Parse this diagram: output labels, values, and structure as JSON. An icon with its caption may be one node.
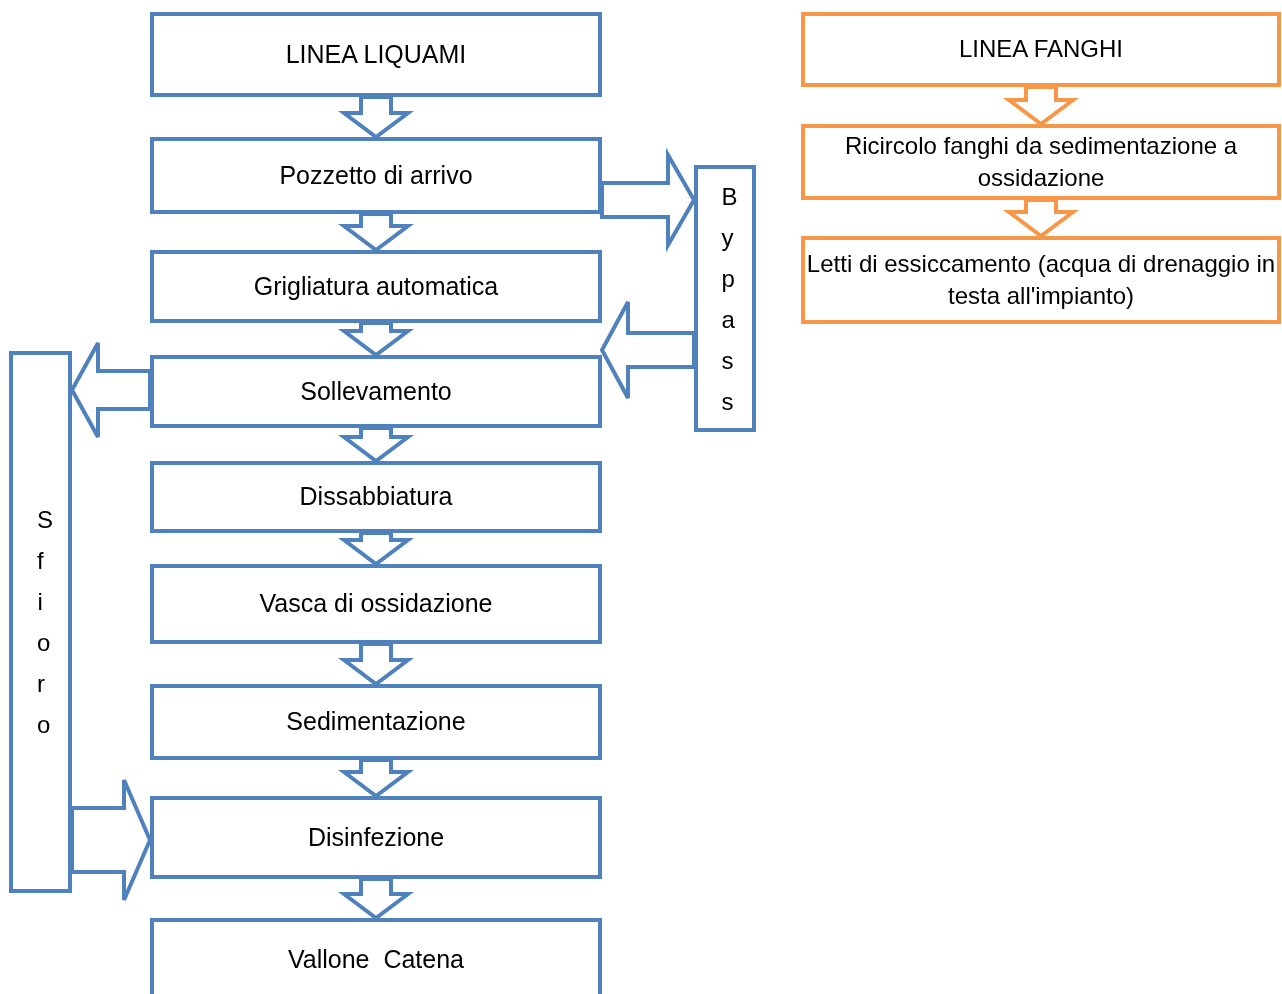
{
  "diagram": {
    "nodes": [
      {
        "text": [
          "LINEA LIQUAMI"
        ]
      },
      {
        "text": [
          "Pozzetto di arrivo"
        ]
      },
      {
        "text": [
          "Grigliatura automatica"
        ]
      },
      {
        "text": [
          "Sollevamento"
        ]
      },
      {
        "text": [
          "Dissabbiatura"
        ]
      },
      {
        "text": [
          "Vasca di ossidazione"
        ]
      },
      {
        "text": [
          "Sedimentazione"
        ]
      },
      {
        "text": [
          "Disinfezione"
        ]
      },
      {
        "text": [
          "Vallone  Catena"
        ]
      },
      {
        "text": [
          "Bypass"
        ]
      },
      {
        "text": [
          "Sfioro"
        ]
      },
      {
        "text": [
          "LINEA FANGHI"
        ]
      },
      {
        "text": [
          "Ricircolo fanghi da sedimentazione a ossidazione"
        ]
      },
      {
        "text": [
          "Letti di essiccamento (acqua di drenaggio in testa all'impianto)"
        ]
      }
    ],
    "edges": [
      {
        "from": 0,
        "to": 1,
        "arrow": "to"
      },
      {
        "from": 1,
        "to": 2,
        "arrow": "to"
      },
      {
        "from": 2,
        "to": 3,
        "arrow": "to"
      },
      {
        "from": 3,
        "to": 4,
        "arrow": "to"
      },
      {
        "from": 4,
        "to": 5,
        "arrow": "to"
      },
      {
        "from": 5,
        "to": 6,
        "arrow": "to"
      },
      {
        "from": 6,
        "to": 7,
        "arrow": "to"
      },
      {
        "from": 7,
        "to": 8,
        "arrow": "to"
      },
      {
        "from": 1,
        "to": 9,
        "arrow": "to"
      },
      {
        "from": 9,
        "to": 3,
        "arrow": "to"
      },
      {
        "from": 3,
        "to": 10,
        "arrow": "to"
      },
      {
        "from": 10,
        "to": 7,
        "arrow": "to"
      },
      {
        "from": 11,
        "to": 12,
        "arrow": "to",
        "color": "#f79646"
      },
      {
        "from": 12,
        "to": 13,
        "arrow": "to",
        "color": "#f79646"
      }
    ]
  }
}
